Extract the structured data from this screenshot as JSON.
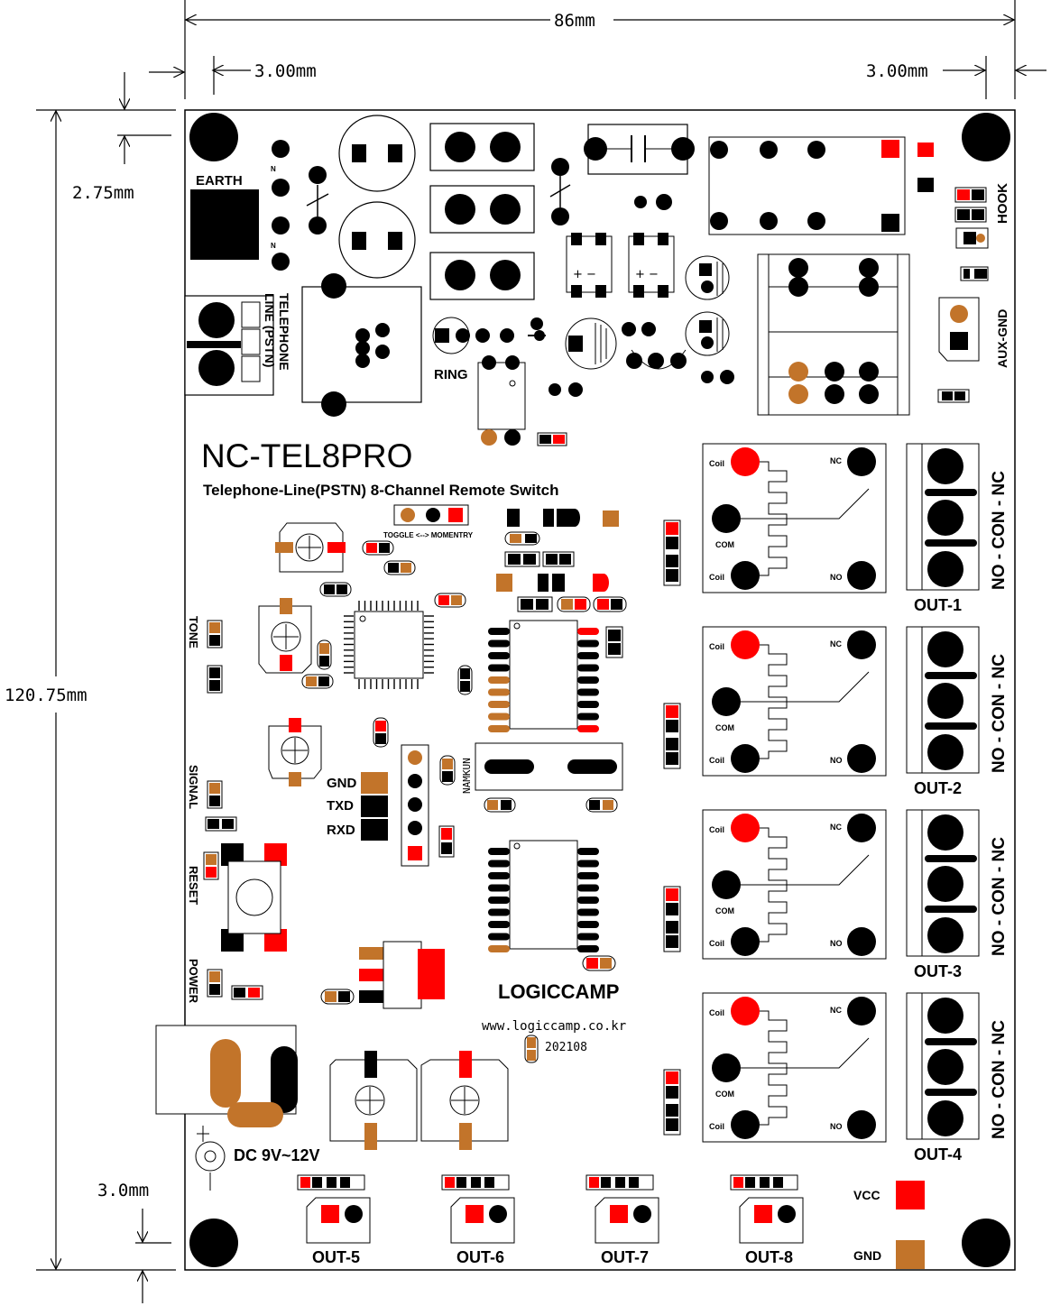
{
  "dimensions": {
    "width": "86mm",
    "height": "120.75mm",
    "margin_left": "3.00mm",
    "margin_right": "3.00mm",
    "margin_top": "2.75mm",
    "margin_bottom": "3.0mm"
  },
  "board": {
    "model": "NC-TEL8PRO",
    "subtitle": "Telephone-Line(PSTN) 8-Channel Remote Switch",
    "brand": "LOGICCAMP",
    "url": "www.logiccamp.co.kr",
    "revision": "202108",
    "chip_mark": "NAMKUN"
  },
  "labels": {
    "earth": "EARTH",
    "telephone_line": "TELEPHONE",
    "telephone_line_2": "LINE (PSTN)",
    "ring": "RING",
    "hook": "HOOK",
    "aux_gnd": "AUX-GND",
    "toggle": "TOGGLE <--> MOMENTRY",
    "tone": "TONE",
    "signal": "SIGNAL",
    "reset": "RESET",
    "power": "POWER",
    "dc": "DC 9V~12V",
    "gnd_pin": "GND",
    "txd_pin": "TXD",
    "rxd_pin": "RXD",
    "vcc": "VCC",
    "gnd": "GND",
    "terminal": "NO - CON - NC",
    "coil": "Coil",
    "nc": "NC",
    "com": "COM",
    "no": "NO",
    "polarity": "+ −",
    "small_n": "N"
  },
  "relay_outputs": [
    "OUT-1",
    "OUT-2",
    "OUT-3",
    "OUT-4"
  ],
  "bottom_outputs": [
    "OUT-5",
    "OUT-6",
    "OUT-7",
    "OUT-8"
  ],
  "colors": {
    "red": "#ff0000",
    "copper": "#c2742a",
    "black": "#000000"
  }
}
